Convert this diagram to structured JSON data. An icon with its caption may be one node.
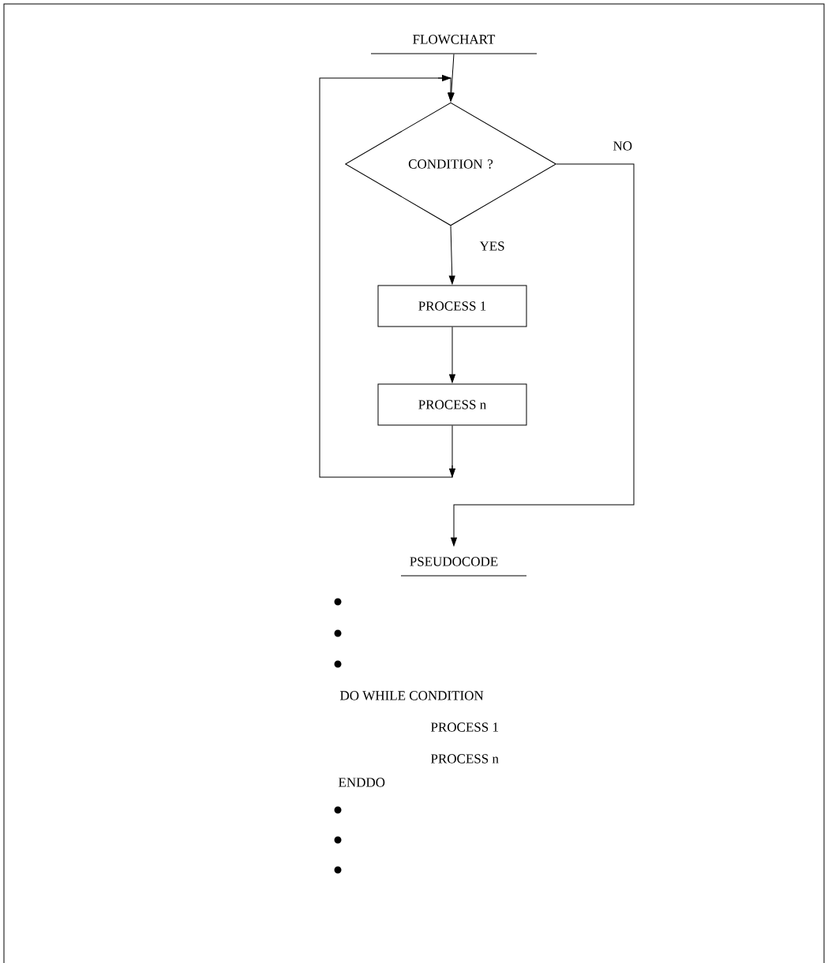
{
  "diagram": {
    "nodes": [
      {
        "text": [
          "FLOWCHART"
        ]
      },
      {
        "text": [
          "CONDITION ?"
        ]
      },
      {
        "text": [
          "PROCESS 1"
        ]
      },
      {
        "text": [
          "PROCESS n"
        ]
      },
      {
        "text": [
          "PSEUDOCODE"
        ]
      }
    ],
    "edges": [
      {
        "from": 0,
        "to": 1,
        "arrow": "to"
      },
      {
        "from": 1,
        "to": 2,
        "arrow": "to",
        "label": "YES"
      },
      {
        "from": 2,
        "to": 3,
        "arrow": "to"
      },
      {
        "from": 3,
        "to": 1,
        "arrow": "to"
      },
      {
        "from": 1,
        "to": 4,
        "arrow": "to",
        "label": "NO"
      }
    ],
    "labels": [
      "DO WHILE CONDITION",
      "PROCESS 1",
      "PROCESS n",
      "ENDDO"
    ]
  }
}
